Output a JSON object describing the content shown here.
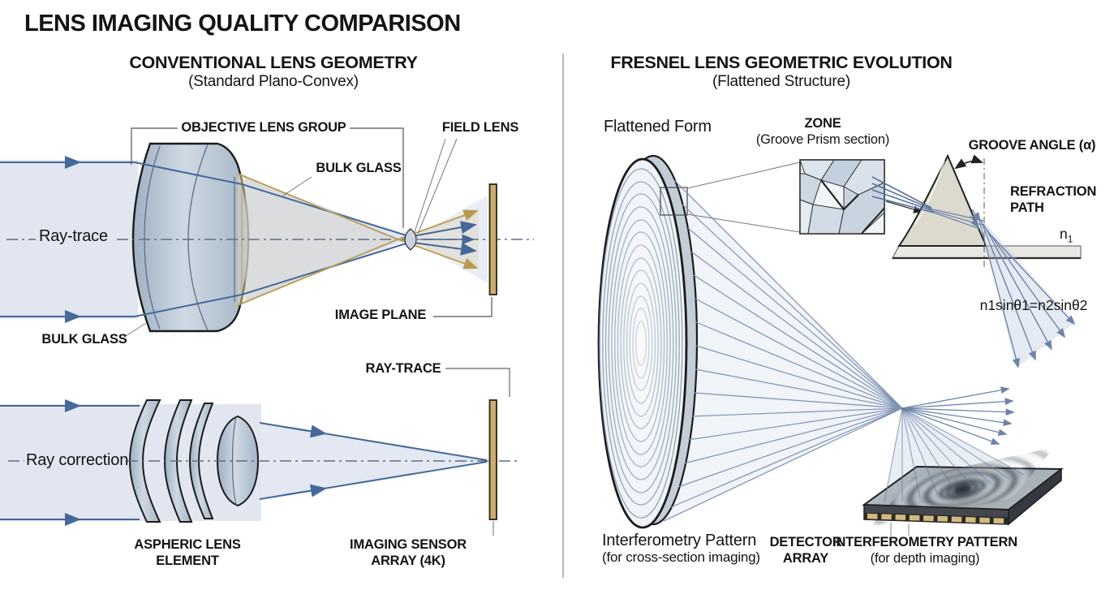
{
  "page": {
    "title": "LENS IMAGING QUALITY COMPARISON"
  },
  "left_panel": {
    "title": "CONVENTIONAL LENS GEOMETRY",
    "subtitle": "(Standard Plano-Convex)",
    "labels": {
      "objective_lens_group": "OBJECTIVE LENS GROUP",
      "field_lens": "FIELD LENS",
      "bulk_glass_top": "BULK GLASS",
      "ray_trace_beam": "Ray-trace",
      "bulk_glass_bottom": "BULK GLASS",
      "image_plane": "IMAGE PLANE",
      "ray_trace_sensor": "RAY-TRACE",
      "ray_correction": "Ray correction",
      "aspheric_line1": "ASPHERIC LENS",
      "aspheric_line2": "ELEMENT",
      "sensor_line1": "IMAGING SENSOR",
      "sensor_line2": "ARRAY (4K)"
    }
  },
  "right_panel": {
    "title": "FRESNEL LENS GEOMETRIC EVOLUTION",
    "subtitle": "(Flattened Structure)",
    "labels": {
      "flattened_form": "Flattened Form",
      "zone_line1": "ZONE",
      "zone_line2": "(Groove Prism section)",
      "groove_angle": "GROOVE ANGLE (α)",
      "refraction_line1": "REFRACTION",
      "refraction_line2": "PATH",
      "n_symbol": "n",
      "n_subscript": "1",
      "snell_equation": "n1sinθ1=n2sinθ2",
      "interferometry_line1": "Interferometry Pattern",
      "interferometry_line2": "(for cross-section imaging)",
      "detector_line1": "DETECTOR",
      "detector_line2": "ARRAY",
      "interferometry_caps_line1": "INTERFEROMETRY PATTERN",
      "interferometry_caps_line2": "(for depth imaging)"
    }
  },
  "colors": {
    "ray_blue": "#46689a",
    "aberration_tan": "#b99a50",
    "sensor_gold": "#c9ae6f",
    "glass_steel": "#aebfd0",
    "beam_fill": "#e2e6f1",
    "ink": "#111111"
  }
}
